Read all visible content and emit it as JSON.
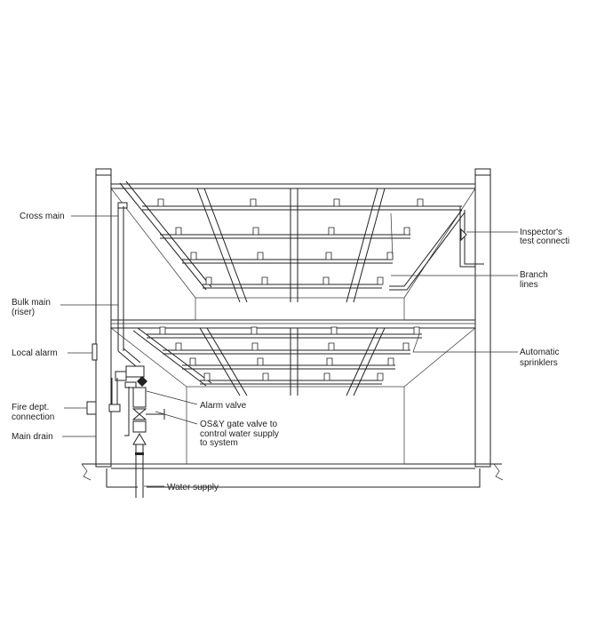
{
  "labels": {
    "cross_main": "Cross main",
    "bulk_main_1": "Bulk main",
    "bulk_main_2": "(riser)",
    "local_alarm": "Local alarm",
    "fire_dept_1": "Fire dept.",
    "fire_dept_2": "connection",
    "main_drain": "Main drain",
    "alarm_valve": "Alarm valve",
    "gate_valve_1": "OS&Y gate valve to",
    "gate_valve_2": "control water supply",
    "gate_valve_3": "to system",
    "water_supply": "Water supply",
    "inspector_1": "Inspector's",
    "inspector_2": "test connecti",
    "branch_1": "Branch",
    "branch_2": "lines",
    "sprinklers_1": "Automatic",
    "sprinklers_2": "sprinklers"
  }
}
